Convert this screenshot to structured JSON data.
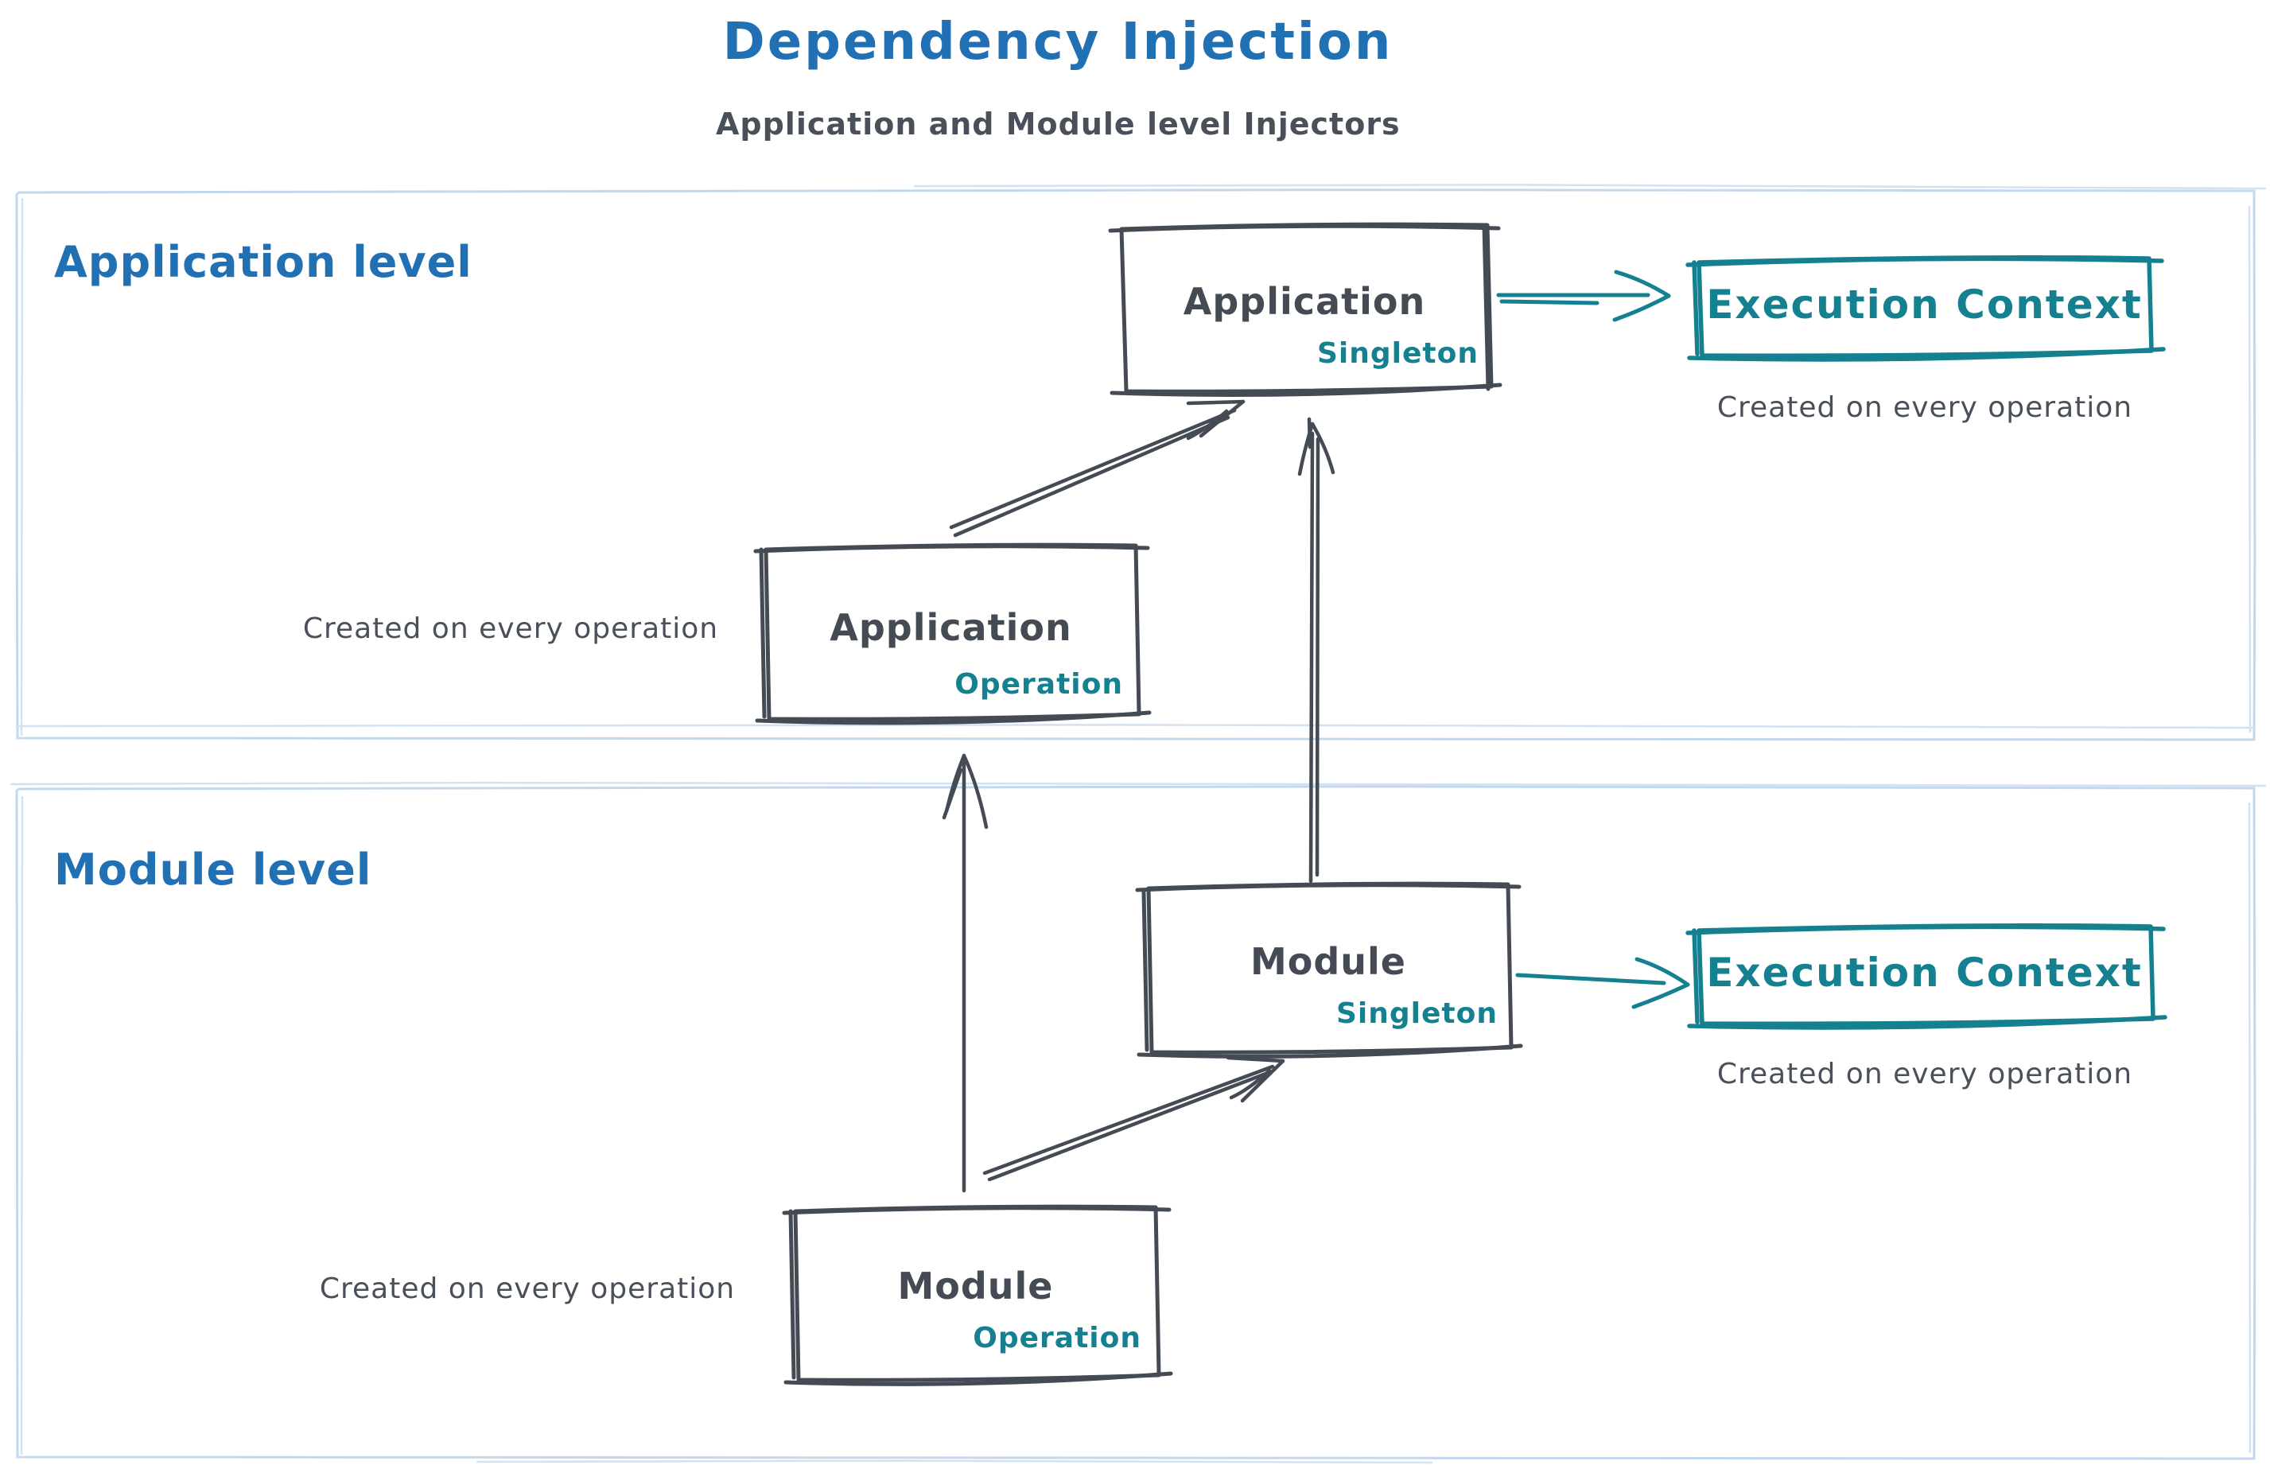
{
  "title": "Dependency Injection",
  "subtitle": "Application and Module level Injectors",
  "colors": {
    "blue": "#2270b4",
    "teal": "#15808f",
    "dark_gray": "#454b54",
    "container_border": "#c3d8ec"
  },
  "application_level": {
    "label": "Application level",
    "singleton_box": {
      "name": "Application",
      "scope": "Singleton"
    },
    "operation_box": {
      "name": "Application",
      "scope": "Operation"
    },
    "operation_caption": "Created on every operation",
    "execution_context": {
      "label": "Execution Context",
      "caption": "Created on every operation"
    }
  },
  "module_level": {
    "label": "Module level",
    "singleton_box": {
      "name": "Module",
      "scope": "Singleton"
    },
    "operation_box": {
      "name": "Module",
      "scope": "Operation"
    },
    "operation_caption": "Created on every operation",
    "execution_context": {
      "label": "Execution Context",
      "caption": "Created on every operation"
    }
  }
}
